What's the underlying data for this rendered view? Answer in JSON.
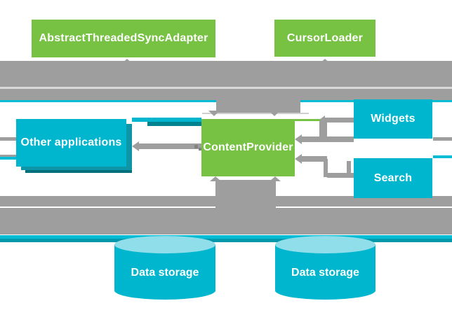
{
  "nodes": {
    "abstract_threaded_sync_adapter": "AbstractThreadedSyncAdapter",
    "cursor_loader": "CursorLoader",
    "content_provider": "ContentProvider",
    "other_applications": "Other applications",
    "widgets": "Widgets",
    "search": "Search",
    "data_storage_left": "Data storage",
    "data_storage_right": "Data storage"
  },
  "edges": [
    {
      "from": "abstract_threaded_sync_adapter",
      "to": "content_provider",
      "direction": "bidirectional-vertical"
    },
    {
      "from": "cursor_loader",
      "to": "content_provider",
      "direction": "bidirectional-vertical"
    },
    {
      "from": "content_provider",
      "to": "other_applications",
      "direction": "bidirectional-horizontal"
    },
    {
      "from": "widgets",
      "to": "content_provider",
      "direction": "into-provider"
    },
    {
      "from": "search",
      "to": "content_provider",
      "direction": "into-provider"
    },
    {
      "from": "content_provider",
      "to": "data_storage_left",
      "direction": "bidirectional-vertical"
    },
    {
      "from": "content_provider",
      "to": "data_storage_right",
      "direction": "bidirectional-vertical"
    }
  ],
  "colors": {
    "box_green": "#77C143",
    "box_cyan": "#00B6CE",
    "cylinder_top": "#8FDEEA",
    "stack_shadow_mid": "#0E95A6",
    "stack_shadow_dark": "#00707D",
    "arrow_gray": "#9E9E9E",
    "teal_accent": "#00BCD4",
    "teal_accent_dark": "#0099AC",
    "background": "#FFFFFF",
    "text": "#FFFFFF"
  }
}
